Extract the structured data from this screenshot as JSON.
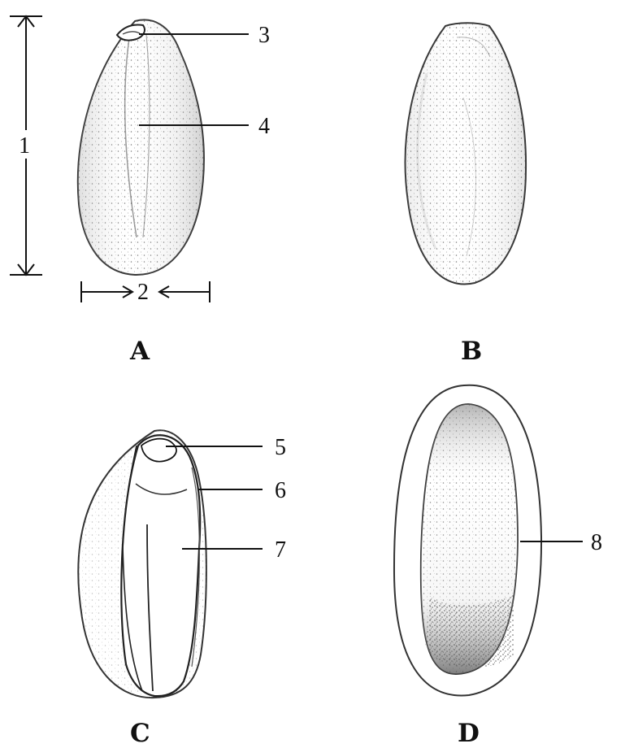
{
  "figure": {
    "panels": [
      {
        "id": "A",
        "label": "A"
      },
      {
        "id": "B",
        "label": "B"
      },
      {
        "id": "C",
        "label": "C"
      },
      {
        "id": "D",
        "label": "D"
      }
    ],
    "callouts": [
      {
        "id": "1",
        "label": "1"
      },
      {
        "id": "2",
        "label": "2"
      },
      {
        "id": "3",
        "label": "3"
      },
      {
        "id": "4",
        "label": "4"
      },
      {
        "id": "5",
        "label": "5"
      },
      {
        "id": "6",
        "label": "6"
      },
      {
        "id": "7",
        "label": "7"
      },
      {
        "id": "8",
        "label": "8"
      }
    ]
  }
}
